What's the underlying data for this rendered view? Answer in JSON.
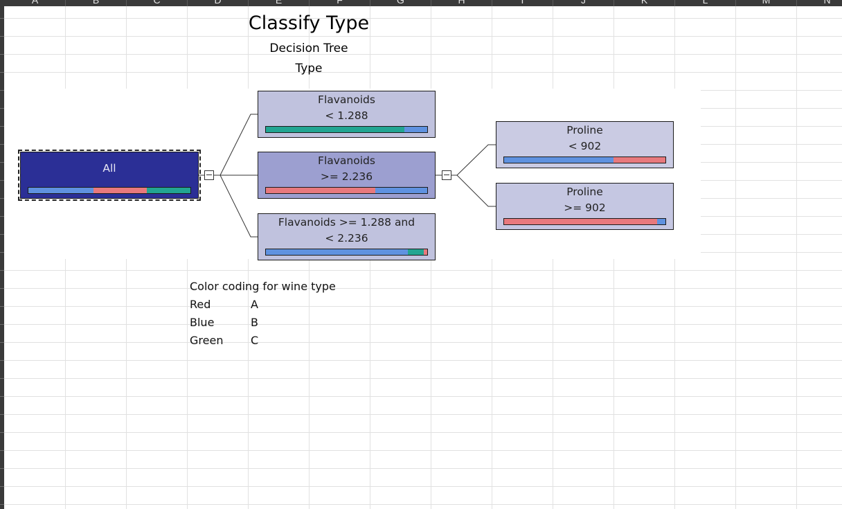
{
  "sheet": {
    "columns": [
      "A",
      "B",
      "C",
      "D",
      "E",
      "F",
      "G",
      "H",
      "I",
      "J",
      "K",
      "L",
      "M",
      "N"
    ]
  },
  "report": {
    "title": "Classify Type",
    "subtitle": "Decision Tree",
    "target": "Type"
  },
  "tree": {
    "root": {
      "label": "All",
      "distribution": {
        "blue": 0.4,
        "red": 0.33,
        "green": 0.27
      }
    },
    "nodes": [
      {
        "id": "flav-low",
        "line1": "Flavanoids",
        "line2": "< 1.288",
        "distribution": {
          "green": 0.86,
          "blue": 0.14
        }
      },
      {
        "id": "flav-high",
        "line1": "Flavanoids",
        "line2": ">= 2.236",
        "distribution": {
          "red": 0.68,
          "blue": 0.32
        }
      },
      {
        "id": "flav-mid",
        "line1": "Flavanoids >= 1.288 and",
        "line2": "< 2.236",
        "distribution": {
          "blue": 0.88,
          "green": 0.1,
          "red": 0.02
        }
      },
      {
        "id": "pro-low",
        "line1": "Proline",
        "line2": "< 902",
        "distribution": {
          "blue": 0.68,
          "red": 0.32
        }
      },
      {
        "id": "pro-high",
        "line1": "Proline",
        "line2": ">= 902",
        "distribution": {
          "red": 0.95,
          "blue": 0.05
        }
      }
    ]
  },
  "legend": {
    "title": "Color coding for wine type",
    "rows": [
      {
        "color": "Red",
        "type": "A"
      },
      {
        "color": "Blue",
        "type": "B"
      },
      {
        "color": "Green",
        "type": "C"
      }
    ]
  },
  "colors": {
    "red": "#e8797d",
    "blue": "#5f92e0",
    "green": "#22a592",
    "root_fill": "#2b2f96"
  }
}
